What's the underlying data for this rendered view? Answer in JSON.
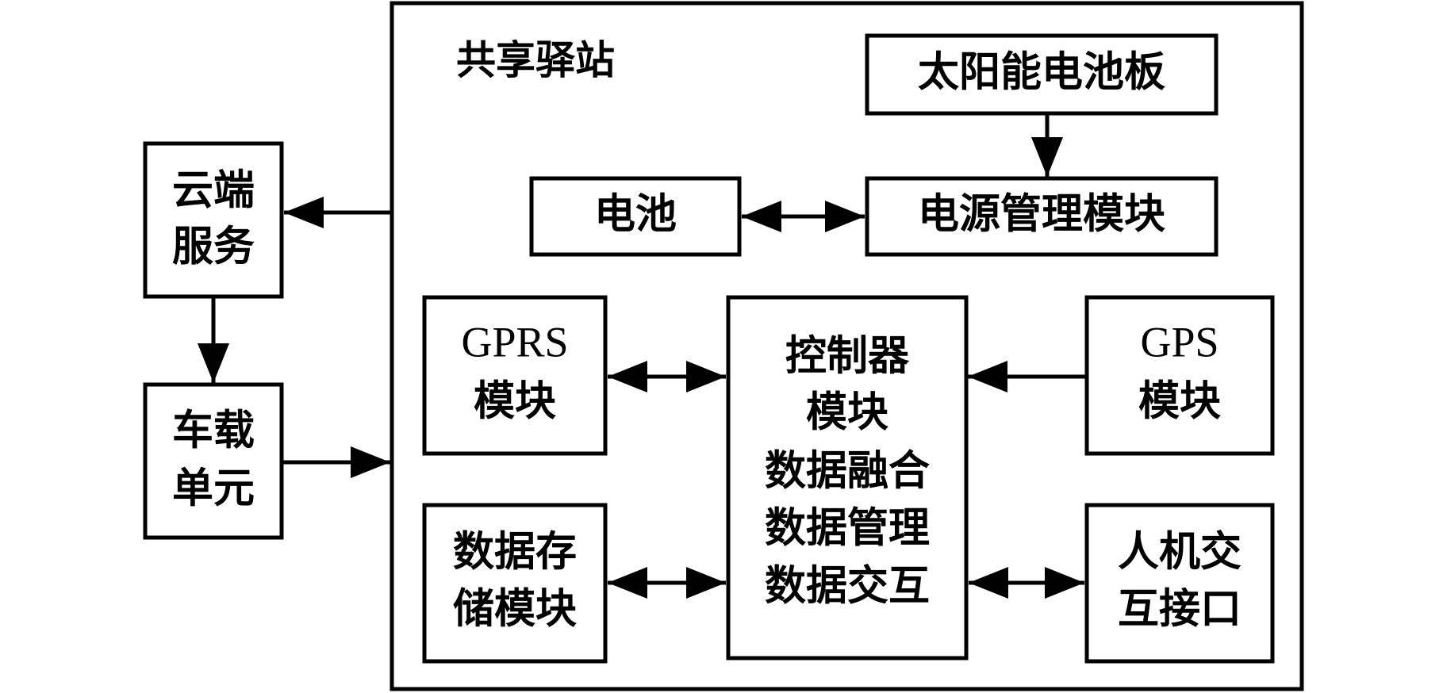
{
  "station": {
    "title": "共享驿站"
  },
  "blocks": {
    "solar_panel": "太阳能电池板",
    "battery": "电池",
    "power_module": "电源管理模块",
    "gprs": [
      "GPRS",
      "模块"
    ],
    "controller": [
      "控制器",
      "模块",
      "数据融合",
      "数据管理",
      "数据交互"
    ],
    "gps": [
      "GPS",
      "模块"
    ],
    "storage": [
      "数据存",
      "储模块"
    ],
    "hmi": [
      "人机交",
      "互接口"
    ],
    "cloud": [
      "云端",
      "服务"
    ],
    "vehicle": [
      "车载",
      "单元"
    ]
  },
  "colors": {
    "line": "#000000",
    "background": "#ffffff"
  }
}
